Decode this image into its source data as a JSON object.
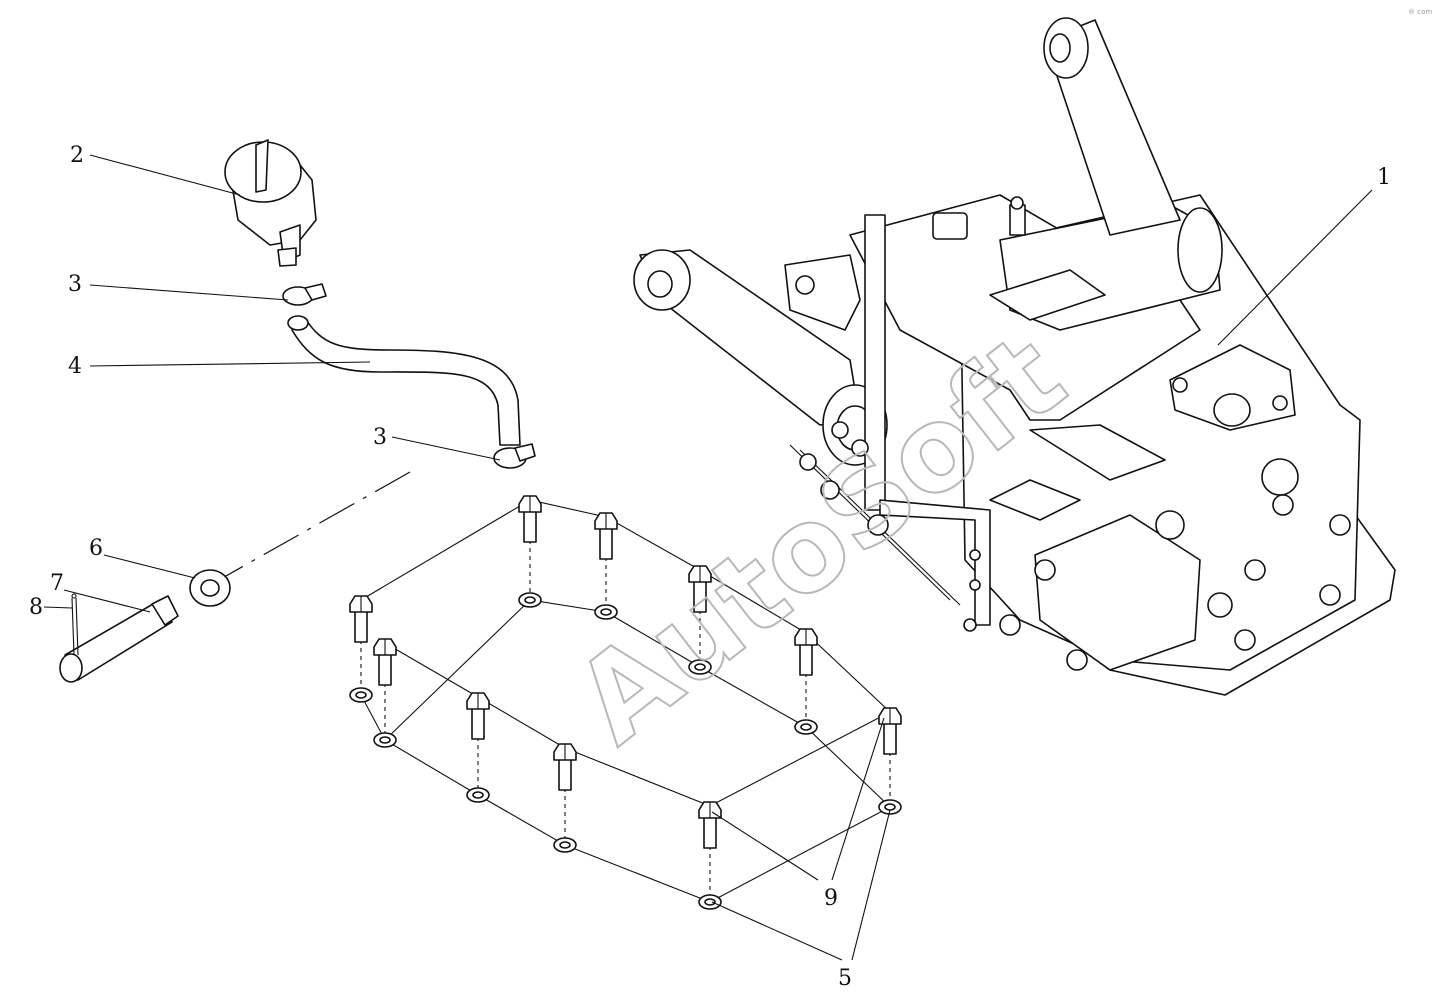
{
  "watermark": "AutoSoft",
  "corner_mark": "® com",
  "callouts": [
    {
      "id": "c1",
      "label": "1"
    },
    {
      "id": "c2",
      "label": "2"
    },
    {
      "id": "c3a",
      "label": "3"
    },
    {
      "id": "c4",
      "label": "4"
    },
    {
      "id": "c3b",
      "label": "3"
    },
    {
      "id": "c6",
      "label": "6"
    },
    {
      "id": "c7",
      "label": "7"
    },
    {
      "id": "c8",
      "label": "8"
    },
    {
      "id": "c9",
      "label": "9"
    },
    {
      "id": "c5",
      "label": "5"
    }
  ]
}
